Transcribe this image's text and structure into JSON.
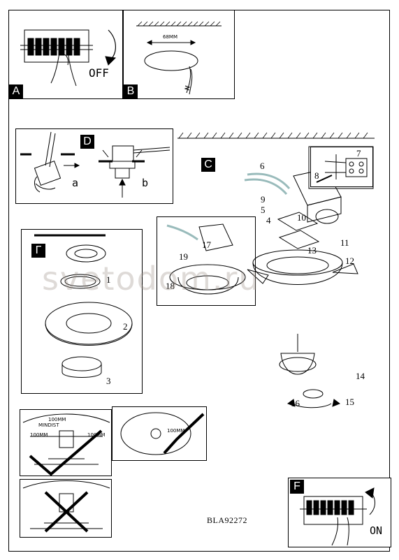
{
  "panels": {
    "a": {
      "tag": "A",
      "state_label": "OFF"
    },
    "b": {
      "tag": "B",
      "dimension": "68MM"
    },
    "c": {
      "tag": "C"
    },
    "d": {
      "tag": "D",
      "sub_a": "a",
      "sub_b": "b"
    },
    "g": {
      "tag": "Г"
    },
    "f": {
      "tag": "F",
      "state_label": "ON"
    }
  },
  "clearance": {
    "left": "100MM",
    "right": "100MM",
    "top_left": "100MM",
    "top_right": "100MM",
    "min": "MINDIST"
  },
  "callouts": [
    "1",
    "2",
    "3",
    "4",
    "5",
    "6",
    "7",
    "8",
    "9",
    "10",
    "11",
    "12",
    "13",
    "14",
    "15",
    "16",
    "17",
    "18",
    "19"
  ],
  "watermark": "svetodom.ru",
  "model_code": "BLA92272"
}
